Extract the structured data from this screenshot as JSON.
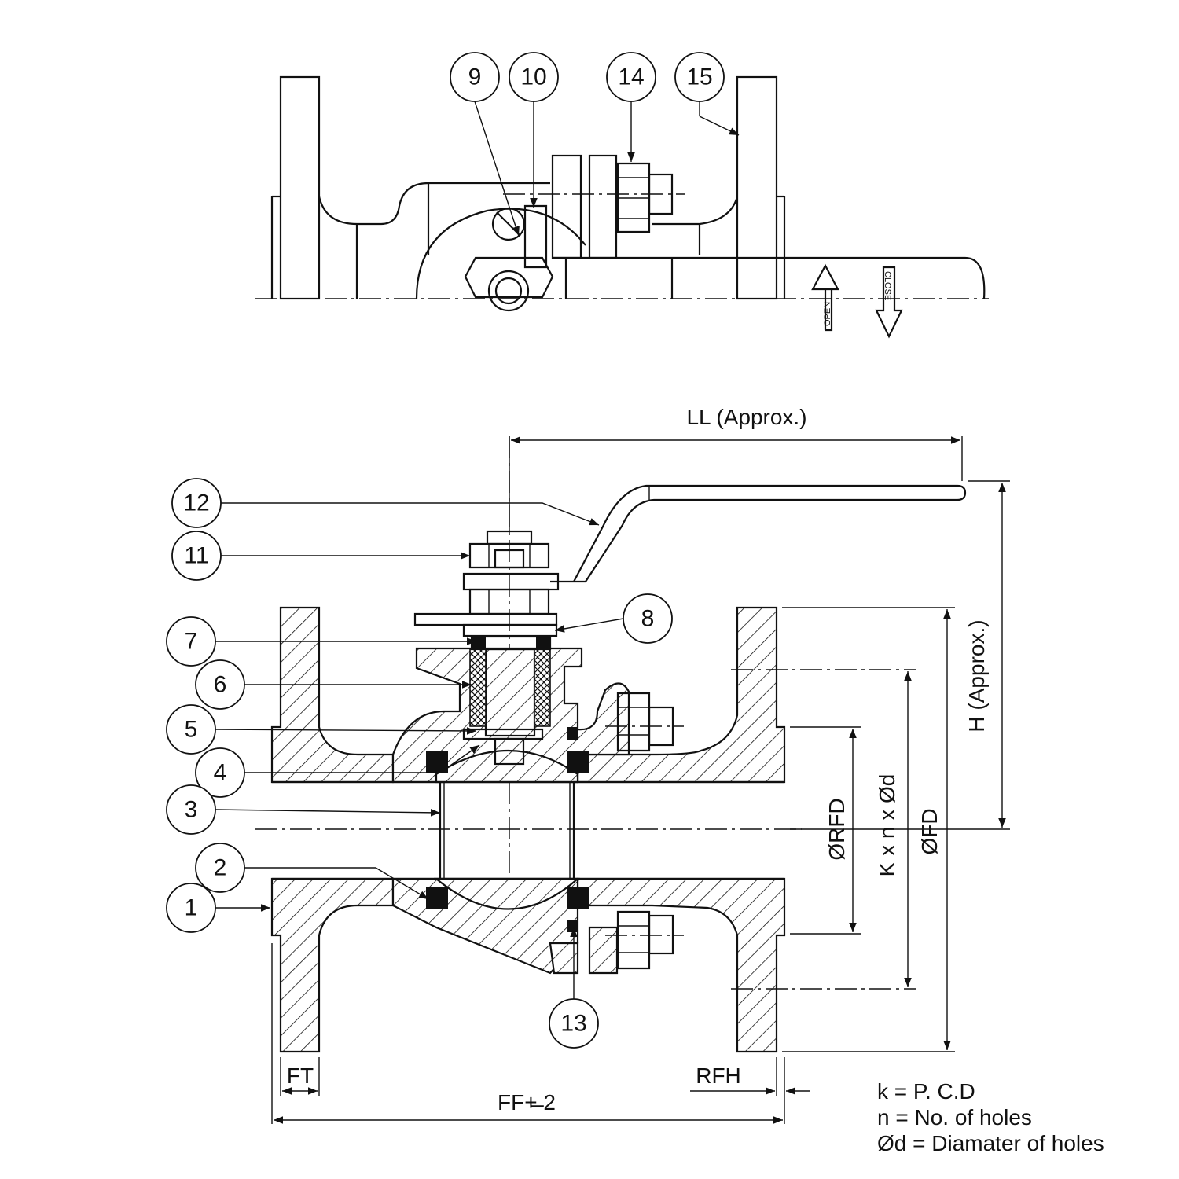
{
  "balloons": [
    {
      "label": "9"
    },
    {
      "label": "10"
    },
    {
      "label": "14"
    },
    {
      "label": "15"
    },
    {
      "label": "12"
    },
    {
      "label": "11"
    },
    {
      "label": "8"
    },
    {
      "label": "7"
    },
    {
      "label": "6"
    },
    {
      "label": "5"
    },
    {
      "label": "4"
    },
    {
      "label": "3"
    },
    {
      "label": "2"
    },
    {
      "label": "1"
    },
    {
      "label": "13"
    }
  ],
  "dimensions": {
    "ll": "LL (Approx.)",
    "h": "H (Approx.)",
    "rfd": "ØRFD",
    "kxnxd": "K x n x Ød",
    "fd": "ØFD",
    "ft": "FT",
    "rfh": "RFH",
    "ff": "FF+̶ 2"
  },
  "arrows": {
    "open": "OPEN",
    "close": "CLOSE"
  },
  "legend": [
    "k = P. C.D",
    "n = No. of holes",
    "Ød = Diamater of holes"
  ]
}
